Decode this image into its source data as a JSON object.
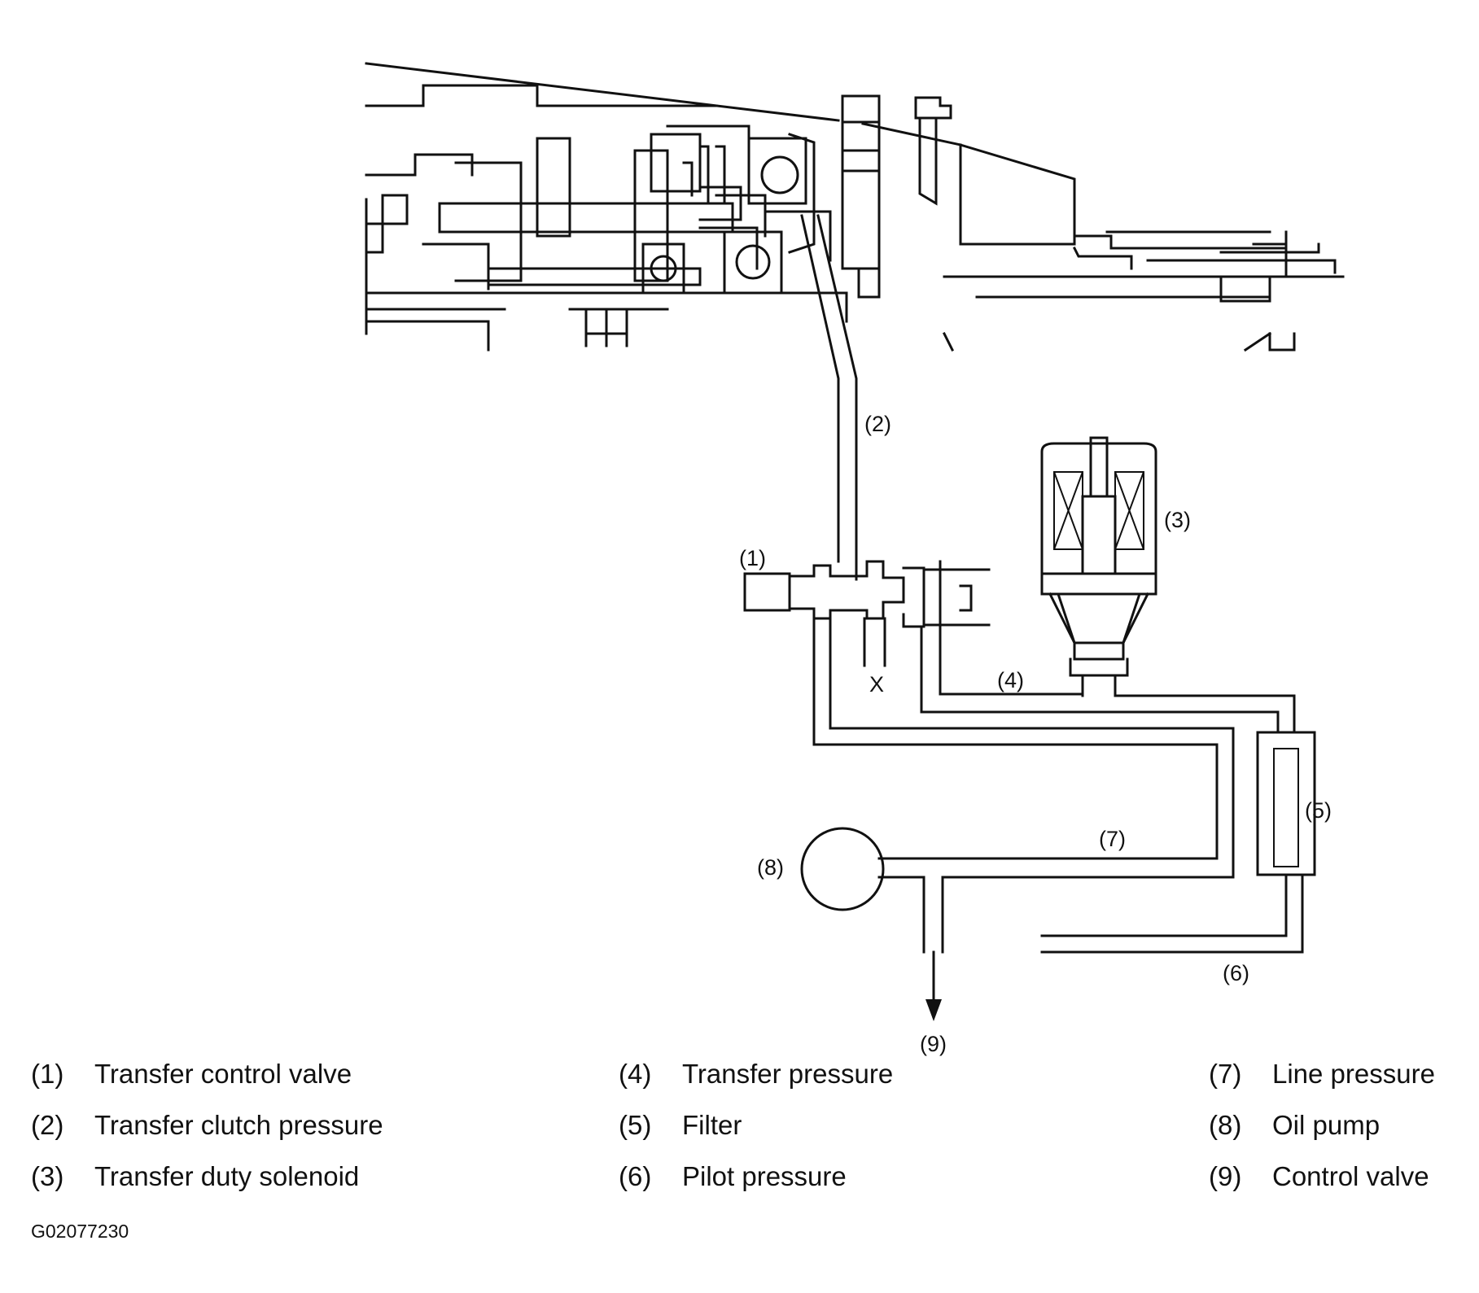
{
  "callouts": {
    "c1": "(1)",
    "c2": "(2)",
    "c3": "(3)",
    "c4": "(4)",
    "c5": "(5)",
    "c6": "(6)",
    "c7": "(7)",
    "c8": "(8)",
    "c9": "(9)",
    "x": "X"
  },
  "legend": [
    [
      {
        "num": "(1)",
        "text": "Transfer control valve"
      },
      {
        "num": "(2)",
        "text": "Transfer clutch pressure"
      },
      {
        "num": "(3)",
        "text": "Transfer duty solenoid"
      }
    ],
    [
      {
        "num": "(4)",
        "text": "Transfer pressure"
      },
      {
        "num": "(5)",
        "text": "Filter"
      },
      {
        "num": "(6)",
        "text": "Pilot pressure"
      }
    ],
    [
      {
        "num": "(7)",
        "text": "Line pressure"
      },
      {
        "num": "(8)",
        "text": "Oil pump"
      },
      {
        "num": "(9)",
        "text": "Control valve"
      }
    ]
  ],
  "figure_id": "G02077230"
}
